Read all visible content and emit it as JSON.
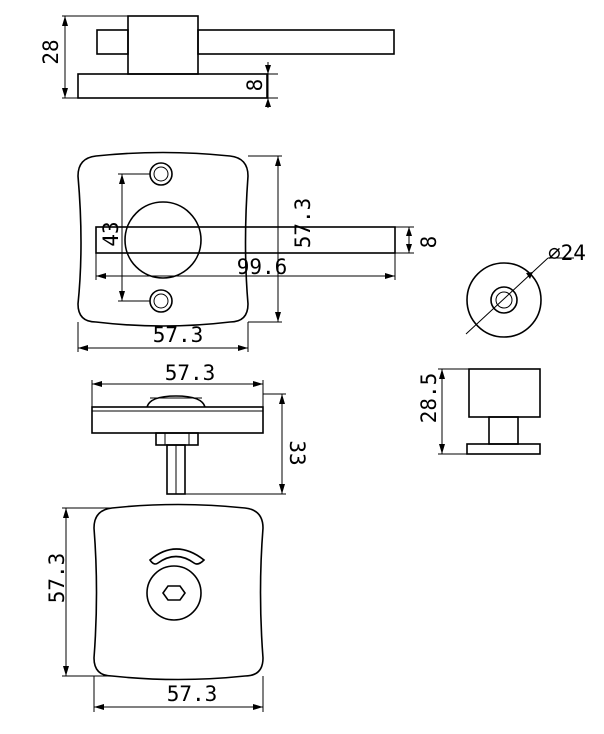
{
  "dimensions": {
    "side_height": "28",
    "side_base": "8",
    "front_hole_spacing": "43",
    "front_height": "57.3",
    "front_lever": "8",
    "front_lever_length": "99.6",
    "front_width": "57.3",
    "knob_diameter": "⌀24",
    "knob_height": "28.5",
    "top_width": "57.3",
    "top_depth": "33",
    "back_height": "57.3",
    "back_width": "57.3"
  }
}
